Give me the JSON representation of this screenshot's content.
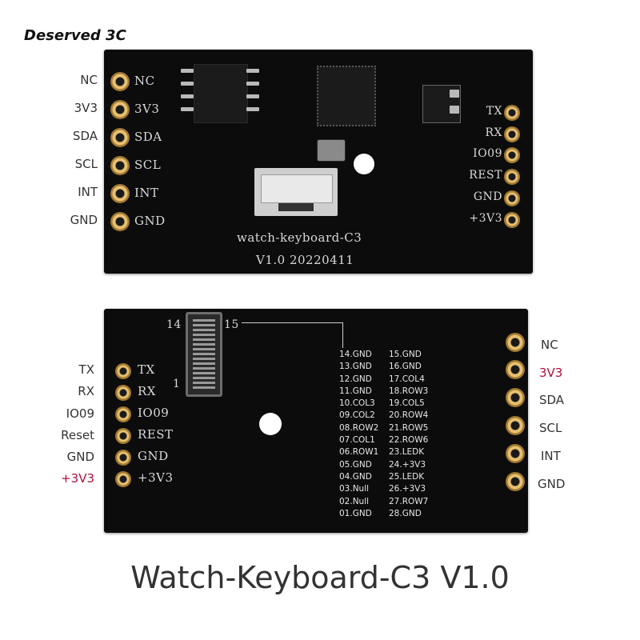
{
  "brand": "Deserved 3C",
  "caption": "Watch-Keyboard-C3 V1.0",
  "top_board": {
    "left_labels": [
      "NC",
      "3V3",
      "SDA",
      "SCL",
      "INT",
      "GND"
    ],
    "left_silk": [
      "NC",
      "3V3",
      "SDA",
      "SCL",
      "INT",
      "GND"
    ],
    "right_silk": [
      "TX",
      "RX",
      "IO09",
      "REST",
      "GND",
      "+3V3"
    ],
    "name": "watch-keyboard-C3",
    "version": "V1.0 20220411"
  },
  "bottom_board": {
    "left_labels": [
      "TX",
      "RX",
      "IO09",
      "Reset",
      "GND",
      "+3V3"
    ],
    "left_silk": [
      "TX",
      "RX",
      "IO09",
      "REST",
      "GND",
      "+3V3"
    ],
    "right_labels": [
      "NC",
      "3V3",
      "SDA",
      "SCL",
      "INT",
      "GND"
    ],
    "connector_marks": [
      "14",
      "15",
      "1"
    ],
    "pinmap_left": [
      "14.GND",
      "13.GND",
      "12.GND",
      "11.GND",
      "10.COL3",
      "09.COL2",
      "08.ROW2",
      "07.COL1",
      "06.ROW1",
      "05.GND",
      "04.GND",
      "03.Null",
      "02.Null",
      "01.GND"
    ],
    "pinmap_right": [
      "15.GND",
      "16.GND",
      "17.COL4",
      "18.ROW3",
      "19.COL5",
      "20.ROW4",
      "21.ROW5",
      "22.ROW6",
      "23.LEDK",
      "24.+3V3",
      "25.LEDK",
      "26.+3V3",
      "27.ROW7",
      "28.GND"
    ]
  },
  "colors": {
    "board": "#0c0c0c",
    "highlight_label": "#b0103a",
    "pad_gold": "#e8c070"
  }
}
